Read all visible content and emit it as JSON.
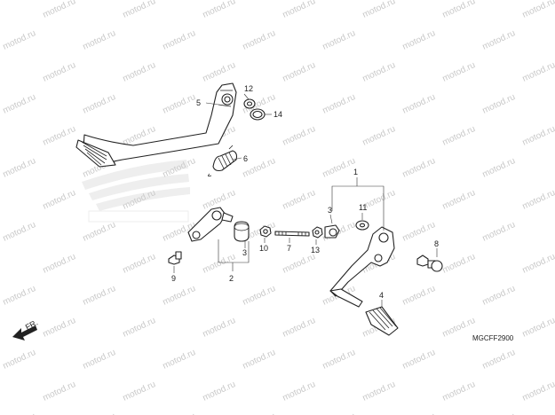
{
  "watermark": {
    "text": "motod.ru",
    "colour": "#c9c9c9",
    "logo_text": "HONDA"
  },
  "diagram_code": "MGCFF2900",
  "fr_label": "FR.",
  "callouts": {
    "c1": "1",
    "c2": "2",
    "c3a": "3",
    "c3b": "3",
    "c4": "4",
    "c5": "5",
    "c6": "6",
    "c7": "7",
    "c8": "8",
    "c9": "9",
    "c10": "10",
    "c11": "11",
    "c12": "12",
    "c13": "13",
    "c14": "14"
  }
}
